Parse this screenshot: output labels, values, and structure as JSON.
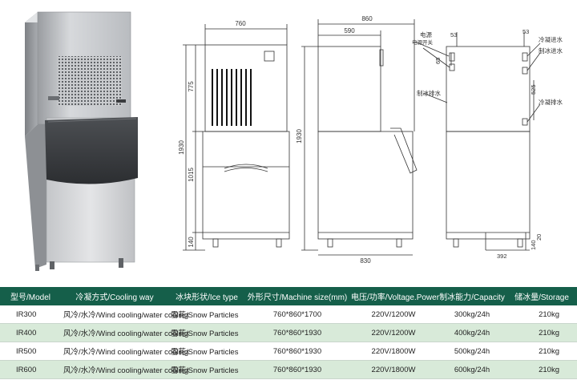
{
  "drawing": {
    "dim_front_width": "760",
    "dim_side_width": "860",
    "dim_side_inner": "590",
    "dim_height_total_front": "1930",
    "dim_height_top_front": "775",
    "dim_height_bin_front": "1015",
    "dim_height_leg_front": "140",
    "dim_height_total_side": "1930",
    "dim_side_bottom": "830",
    "rear_top_offset": "53",
    "rear_top_offset_right": "53",
    "rear_dim_65": "65",
    "rear_dim_525": "525",
    "rear_dim_20": "20",
    "rear_dim_140": "140",
    "rear_dim_392": "392",
    "label_power": "电源",
    "label_power_switch": "电源开关",
    "label_condense_in": "冷凝进水",
    "label_ice_in": "制冰进水",
    "label_ice_drain": "制冰排水",
    "label_condense_out": "冷凝排水"
  },
  "table": {
    "headers": [
      "型号/Model",
      "冷凝方式/Cooling way",
      "冰块形状/Ice type",
      "外形尺寸/Machine size(mm)",
      "电压/功率/Voltage.Power",
      "制冰能力/Capacity",
      "储冰量/Storage"
    ],
    "rows": [
      [
        "IR300",
        "风冷/水冷/Wind cooling/water cooling",
        "雪花/Snow Particles",
        "760*860*1700",
        "220V/1200W",
        "300kg/24h",
        "210kg"
      ],
      [
        "IR400",
        "风冷/水冷/Wind cooling/water cooling",
        "雪花/Snow Particles",
        "760*860*1930",
        "220V/1200W",
        "400kg/24h",
        "210kg"
      ],
      [
        "IR500",
        "风冷/水冷/Wind cooling/water cooling",
        "雪花/Snow Particles",
        "760*860*1930",
        "220V/1800W",
        "500kg/24h",
        "210kg"
      ],
      [
        "IR600",
        "风冷/水冷/Wind cooling/water cooling",
        "雪花/Snow Particles",
        "760*860*1930",
        "220V/1800W",
        "600kg/24h",
        "210kg"
      ]
    ]
  }
}
